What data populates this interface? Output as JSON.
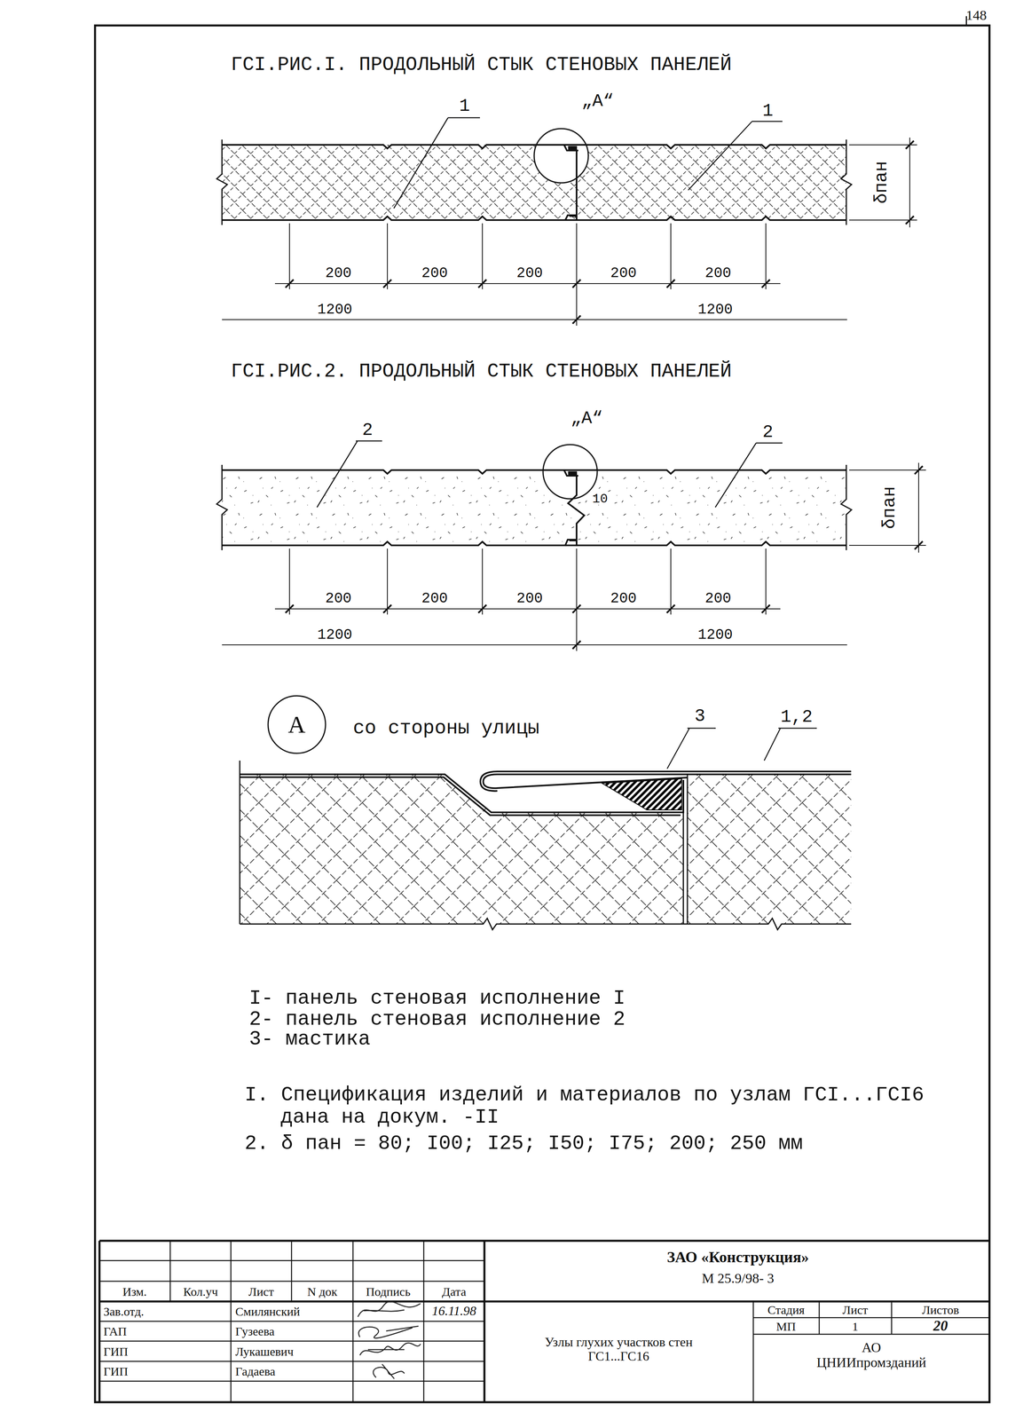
{
  "diagram": {
    "nodes": [
      {
        "text": [
          "А"
        ]
      }
    ],
    "labels": [
      "148",
      "ГСI.РИС.I. ПРОДОЛЬНЫЙ СТЫК СТЕНОВЫХ ПАНЕЛЕЙ",
      "„А“",
      "1",
      "1",
      "δпан",
      "200",
      "200",
      "200",
      "200",
      "200",
      "1200",
      "1200",
      "ГСI.РИС.2. ПРОДОЛЬНЫЙ СТЫК СТЕНОВЫХ ПАНЕЛЕЙ",
      "„А“",
      "2",
      "2",
      "10",
      "δпан",
      "200",
      "200",
      "200",
      "200",
      "200",
      "1200",
      "1200",
      "со стороны улицы",
      "3",
      "1,2",
      "I- панель стеновая исполнение I",
      "2- панель стеновая исполнение 2",
      "3- мастика",
      "I. Спецификация изделий и материалов по узлам ГСI...ГСI6 дана на докум. -II",
      "2. δ пан = 80; I00; I25; I50; I75; 200; 250 мм",
      "Изм.",
      "Кол.уч",
      "Лист",
      "N док",
      "Подпись",
      "Дата",
      "Зав.отд.",
      "Смилянский",
      "16.11.98",
      "ГАП",
      "Гузеева",
      "ГИП",
      "Лукашевич",
      "ГИП",
      "Гадаева",
      "ЗАО «Конструкция»",
      "М 25.9/98- 3",
      "Узлы глухих участков стен ГС1...ГС16",
      "Стадия",
      "Лист",
      "Листов",
      "МП",
      "1",
      "20",
      "АО ЦНИИпромзданий"
    ]
  }
}
